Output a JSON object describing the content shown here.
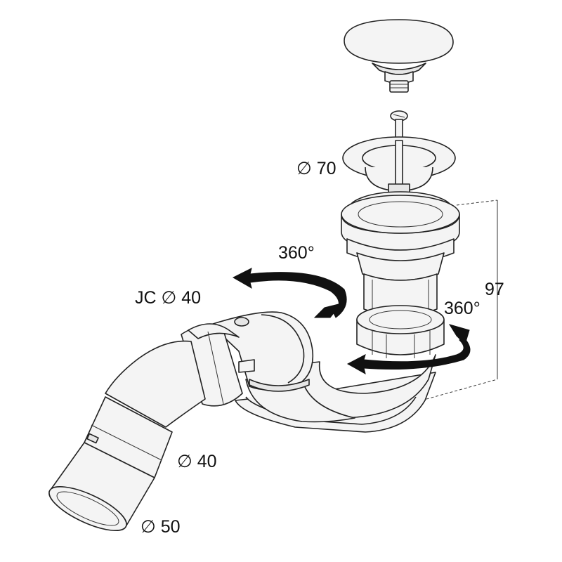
{
  "labels": {
    "cap_diameter": "∅ 70",
    "rotation_top": "360°",
    "joint": "JC ∅ 40",
    "rotation_right": "360°",
    "height": "97",
    "pipe_40": "∅ 40",
    "pipe_50": "∅ 50"
  },
  "colors": {
    "line": "#222222",
    "fill": "#f4f4f4",
    "arrow": "#111111"
  }
}
